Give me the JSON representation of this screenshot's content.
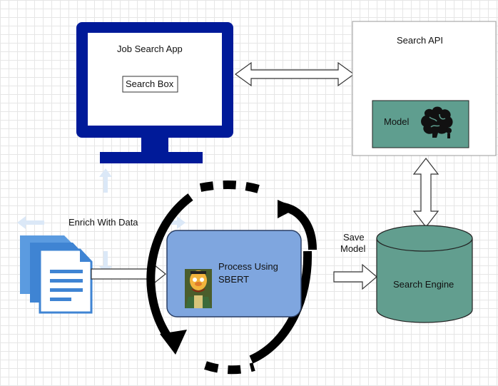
{
  "monitor": {
    "title": "Job Search App",
    "search_box": "Search Box"
  },
  "api": {
    "title": "Search API",
    "model_label": "Model"
  },
  "enrich_label": "Enrich With Data",
  "process": {
    "line1": "Process Using",
    "line2": "SBERT"
  },
  "save_model": {
    "line1": "Save",
    "line2": "Model"
  },
  "engine_label": "Search Engine",
  "colors": {
    "monitor": "#001a99",
    "model_box": "#5f9e8f",
    "process_box": "#7fa6df",
    "engine": "#629e8f",
    "doc_blue": "#4a8fd9",
    "faint_arrow": "#dbe8f7"
  }
}
